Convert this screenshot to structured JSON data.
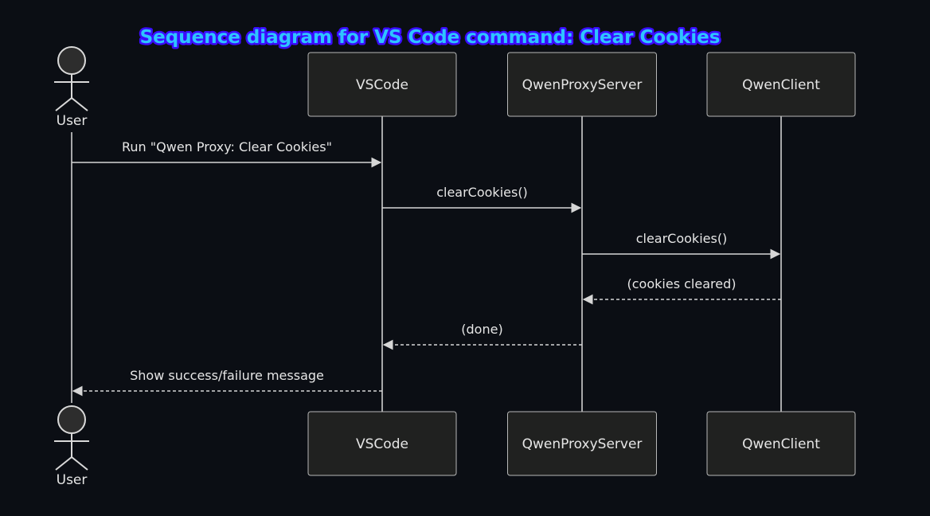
{
  "title": "Sequence diagram for VS Code command: Clear Cookies",
  "participants": [
    {
      "id": "user",
      "label": "User",
      "kind": "actor"
    },
    {
      "id": "vscode",
      "label": "VSCode",
      "kind": "box"
    },
    {
      "id": "proxy",
      "label": "QwenProxyServer",
      "kind": "box"
    },
    {
      "id": "client",
      "label": "QwenClient",
      "kind": "box"
    }
  ],
  "messages": [
    {
      "from": "user",
      "to": "vscode",
      "label": "Run \"Qwen Proxy: Clear Cookies\"",
      "style": "solid"
    },
    {
      "from": "vscode",
      "to": "proxy",
      "label": "clearCookies()",
      "style": "solid"
    },
    {
      "from": "proxy",
      "to": "client",
      "label": "clearCookies()",
      "style": "solid"
    },
    {
      "from": "client",
      "to": "proxy",
      "label": "(cookies cleared)",
      "style": "dotted"
    },
    {
      "from": "proxy",
      "to": "vscode",
      "label": "(done)",
      "style": "dotted"
    },
    {
      "from": "vscode",
      "to": "user",
      "label": "Show success/failure message",
      "style": "dotted"
    }
  ],
  "colors": {
    "background": "#0b0e14",
    "title_fill": "#2ec4ff",
    "title_outline": "#3b0cff",
    "box_fill": "#202120",
    "line": "#d6d6d6",
    "text": "#e6e6e6"
  }
}
